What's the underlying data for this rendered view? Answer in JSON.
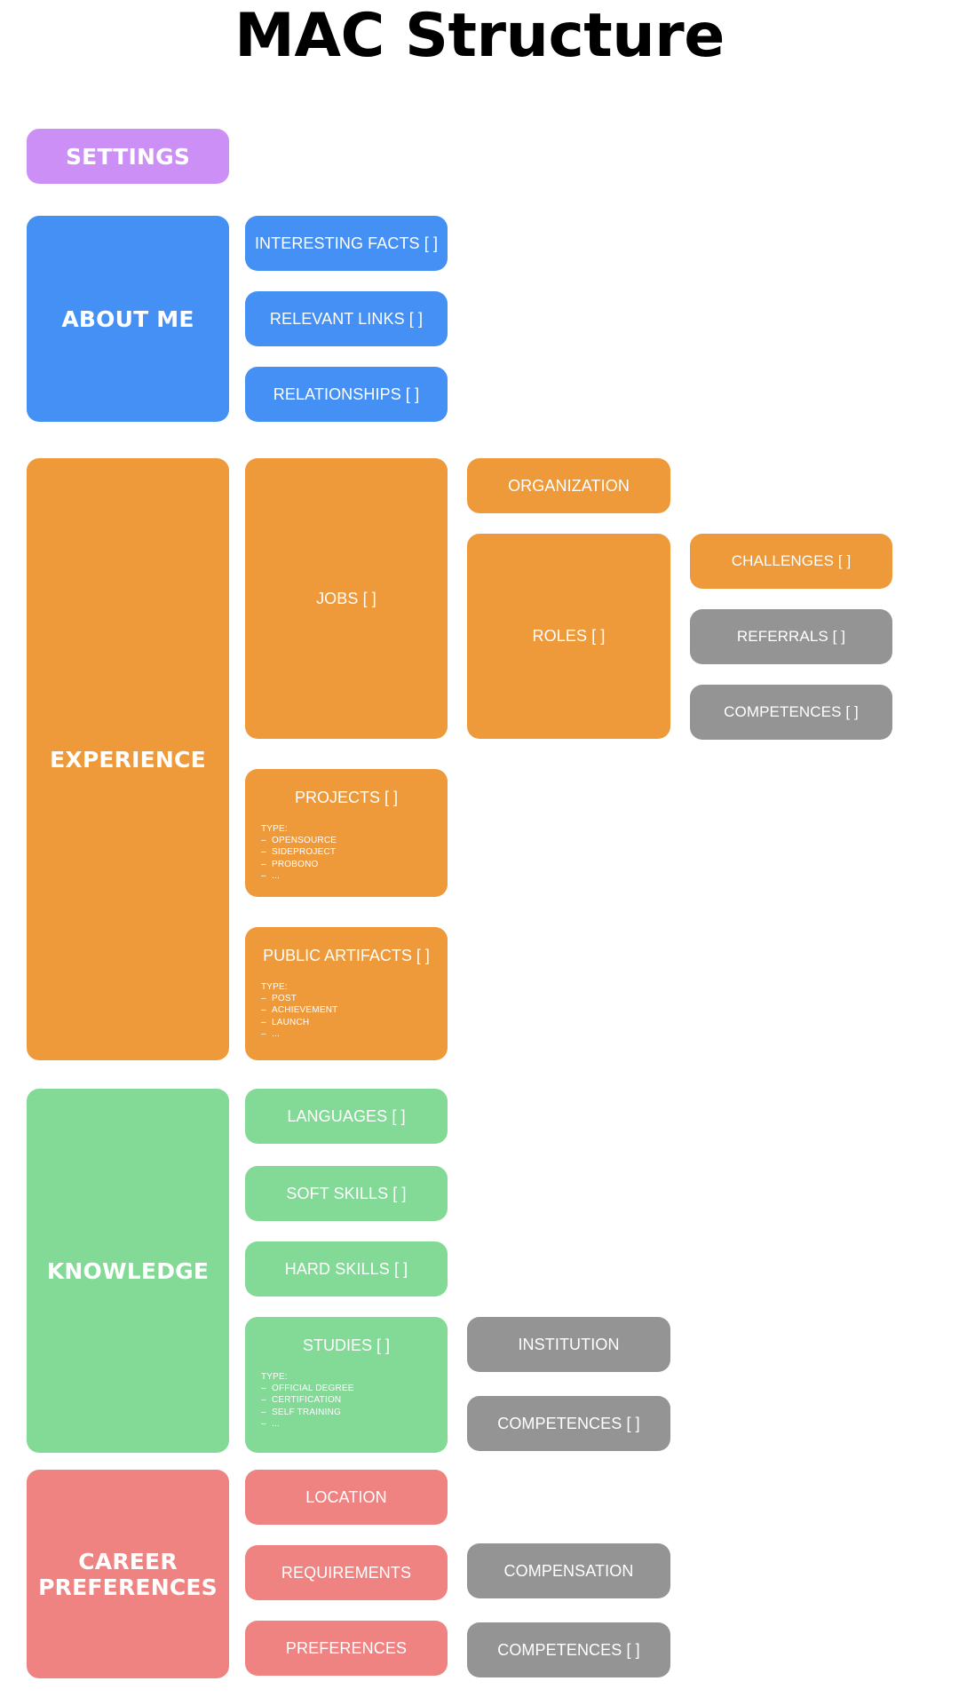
{
  "title": "MAC Structure",
  "colors": {
    "settings": "#cb8ff5",
    "about_me": "#4590f4",
    "experience": "#ee9a3a",
    "knowledge": "#83da96",
    "career_preferences": "#ef8381",
    "shared_gray": "#949494",
    "text_on_node": "#ffffff",
    "background": "#ffffff",
    "title_color": "#000000"
  },
  "sections": {
    "settings": {
      "label": "SETTINGS"
    },
    "about_me": {
      "label": "ABOUT ME",
      "children": [
        {
          "label": "INTERESTING FACTS [ ]"
        },
        {
          "label": "RELEVANT LINKS [ ]"
        },
        {
          "label": "RELATIONSHIPS [ ]"
        }
      ]
    },
    "experience": {
      "label": "EXPERIENCE",
      "jobs": {
        "label": "JOBS [ ]"
      },
      "organization": {
        "label": "ORGANIZATION"
      },
      "roles": {
        "label": "ROLES [ ]"
      },
      "challenges": {
        "label": "CHALLENGES [ ]"
      },
      "referrals": {
        "label": "REFERRALS [ ]"
      },
      "competences": {
        "label": "COMPETENCES [ ]"
      },
      "projects": {
        "label": "PROJECTS [ ]",
        "type_label": "TYPE:",
        "types": [
          "OPENSOURCE",
          "SIDEPROJECT",
          "PROBONO",
          "..."
        ]
      },
      "public_artifacts": {
        "label": "PUBLIC ARTIFACTS [ ]",
        "type_label": "TYPE:",
        "types": [
          "POST",
          "ACHIEVEMENT",
          "LAUNCH",
          "..."
        ]
      }
    },
    "knowledge": {
      "label": "KNOWLEDGE",
      "languages": {
        "label": "LANGUAGES [ ]"
      },
      "soft_skills": {
        "label": "SOFT SKILLS [ ]"
      },
      "hard_skills": {
        "label": "HARD SKILLS [ ]"
      },
      "studies": {
        "label": "STUDIES [ ]",
        "type_label": "TYPE:",
        "types": [
          "OFFICIAL DEGREE",
          "CERTIFICATION",
          "SELF TRAINING",
          "..."
        ]
      },
      "institution": {
        "label": "INSTITUTION"
      },
      "competences": {
        "label": "COMPETENCES [ ]"
      }
    },
    "career_preferences": {
      "label": "CAREER\nPREFERENCES",
      "label_line1": "CAREER",
      "label_line2": "PREFERENCES",
      "location": {
        "label": "LOCATION"
      },
      "requirements": {
        "label": "REQUIREMENTS"
      },
      "preferences": {
        "label": "PREFERENCES"
      },
      "compensation": {
        "label": "COMPENSATION"
      },
      "competences": {
        "label": "COMPETENCES [ ]"
      }
    }
  }
}
